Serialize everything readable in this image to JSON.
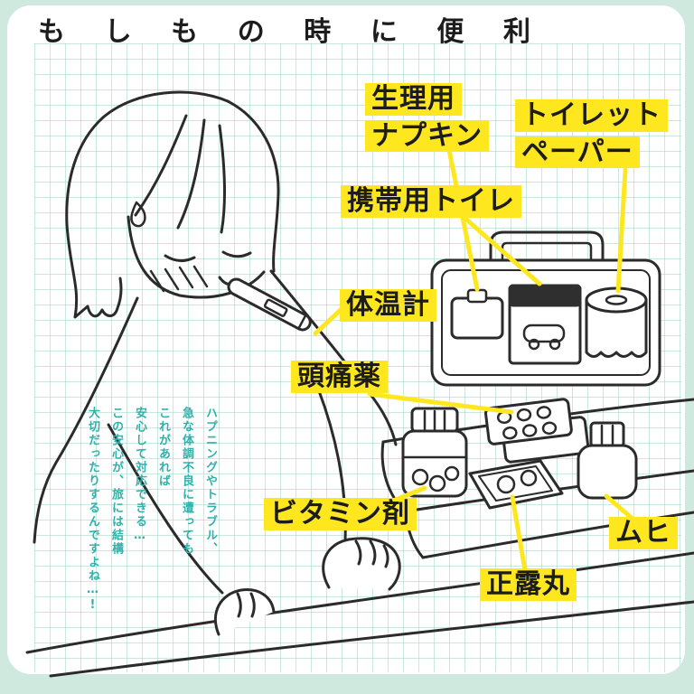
{
  "title": {
    "text": "もしもの時に便利",
    "chars": [
      "も",
      "し",
      "も",
      "の",
      "時",
      "に",
      "便",
      "利"
    ]
  },
  "labels": {
    "sanitary_napkin": {
      "line1": "生理用",
      "line2": "ナプキン"
    },
    "toilet_paper": {
      "line1": "トイレット",
      "line2": "ペーパー"
    },
    "portable_toilet": {
      "text": "携帯用トイレ"
    },
    "thermometer": {
      "text": "体温計"
    },
    "headache_medicine": {
      "text": "頭痛薬"
    },
    "vitamins": {
      "text": "ビタミン剤"
    },
    "seirogan": {
      "text": "正露丸"
    },
    "muhi": {
      "text": "ムヒ"
    }
  },
  "caption": {
    "lines": [
      "ハプニングやトラブル、",
      "急な体調不良に遭っても",
      "これがあれば",
      "安心して対応できる…",
      "この安心が、旅には結構",
      "大切だったりするんですよね…!"
    ]
  },
  "colors": {
    "highlight": "#ffe71f",
    "caption_text": "#2fb2ac",
    "line_art": "#2b2b2b",
    "grid_line": "#bfe3d6",
    "frame": "#cfe9df"
  }
}
